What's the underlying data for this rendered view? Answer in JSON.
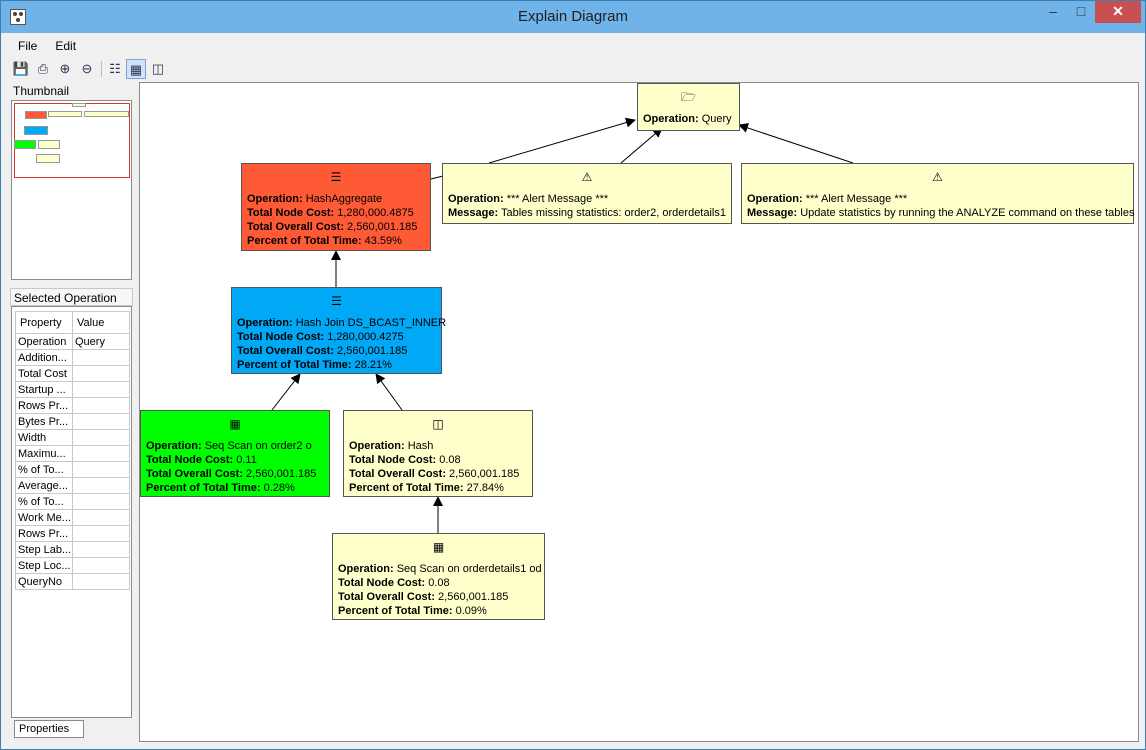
{
  "window": {
    "title": "Explain Diagram"
  },
  "menu": [
    "File",
    "Edit"
  ],
  "toolbar": [
    {
      "icon": "save-icon"
    },
    {
      "icon": "print-icon"
    },
    {
      "icon": "zoom-in-icon"
    },
    {
      "icon": "zoom-out-icon"
    },
    {
      "icon": "tree-layout-icon"
    },
    {
      "icon": "vertical-layout-icon"
    },
    {
      "icon": "horizontal-layout-icon"
    }
  ],
  "thumbnail": {
    "title": "Thumbnail"
  },
  "selected_operation": {
    "title": "Selected Operation",
    "headers": [
      "Property",
      "Value"
    ],
    "rows": [
      {
        "property": "Operation",
        "value": "Query"
      },
      {
        "property": "Addition...",
        "value": ""
      },
      {
        "property": "Total Cost",
        "value": ""
      },
      {
        "property": "Startup ...",
        "value": ""
      },
      {
        "property": "Rows Pr...",
        "value": ""
      },
      {
        "property": "Bytes Pr...",
        "value": ""
      },
      {
        "property": "Width",
        "value": ""
      },
      {
        "property": "Maximu...",
        "value": ""
      },
      {
        "property": "% of To...",
        "value": ""
      },
      {
        "property": "Average...",
        "value": ""
      },
      {
        "property": "% of To...",
        "value": ""
      },
      {
        "property": "Work Me...",
        "value": ""
      },
      {
        "property": "Rows Pr...",
        "value": ""
      },
      {
        "property": "Step Lab...",
        "value": ""
      },
      {
        "property": "Step Loc...",
        "value": ""
      },
      {
        "property": "QueryNo",
        "value": ""
      }
    ],
    "tab": "Properties"
  },
  "labels": {
    "operation": "Operation:",
    "node_cost": "Total Node Cost:",
    "overall_cost": "Total Overall Cost:",
    "percent": "Percent of Total Time:",
    "message": "Message:"
  },
  "nodes": {
    "query": {
      "operation": "Query",
      "icon": "folder-icon",
      "color": "#ffffcc"
    },
    "alert1": {
      "operation": "*** Alert Message ***",
      "message": "Tables missing statistics: order2, orderdetails1",
      "icon": "warning-icon",
      "color": "#ffffcc"
    },
    "alert2": {
      "operation": "*** Alert Message ***",
      "message": "Update statistics by running the ANALYZE command on these tables",
      "icon": "warning-icon",
      "color": "#ffffcc"
    },
    "hashagg": {
      "operation": "HashAggregate",
      "node_cost": "1,280,000.4875",
      "overall_cost": "2,560,001.185",
      "percent": "43.59%",
      "icon": "aggregate-icon",
      "color": "#ff5a36"
    },
    "hashjoin": {
      "operation": "Hash Join DS_BCAST_INNER",
      "node_cost": "1,280,000.4275",
      "overall_cost": "2,560,001.185",
      "percent": "28.21%",
      "icon": "join-icon",
      "color": "#00a8f5"
    },
    "seqscan_order2": {
      "operation": "Seq Scan on order2 o",
      "node_cost": "0.11",
      "overall_cost": "2,560,001.185",
      "percent": "0.28%",
      "icon": "table-scan-icon",
      "color": "#00ff00"
    },
    "hash": {
      "operation": "Hash",
      "node_cost": "0.08",
      "overall_cost": "2,560,001.185",
      "percent": "27.84%",
      "icon": "hash-icon",
      "color": "#ffffcc"
    },
    "seqscan_od": {
      "operation": "Seq Scan on orderdetails1 od",
      "node_cost": "0.08",
      "overall_cost": "2,560,001.185",
      "percent": "0.09%",
      "icon": "table-scan-icon",
      "color": "#ffffcc"
    }
  }
}
